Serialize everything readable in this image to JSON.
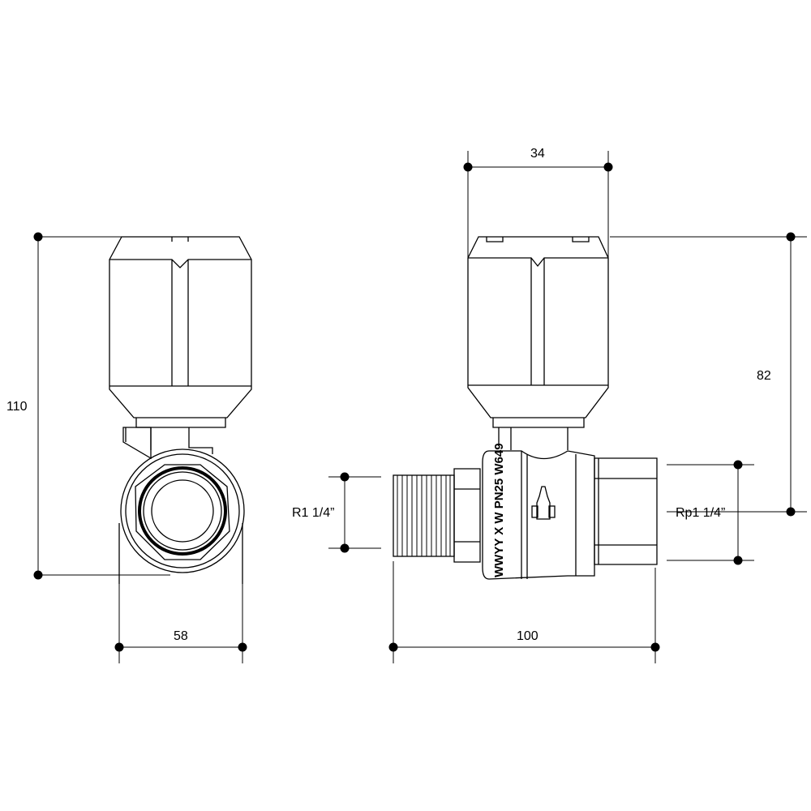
{
  "dimensions": {
    "overall_height": "110",
    "width_front": "58",
    "handle_width": "34",
    "axis_height": "82",
    "male_thread": "R1 1/4”",
    "female_thread": "Rp1 1/4”",
    "overall_length": "100"
  },
  "marking": "WWYY X W PN25 W649"
}
